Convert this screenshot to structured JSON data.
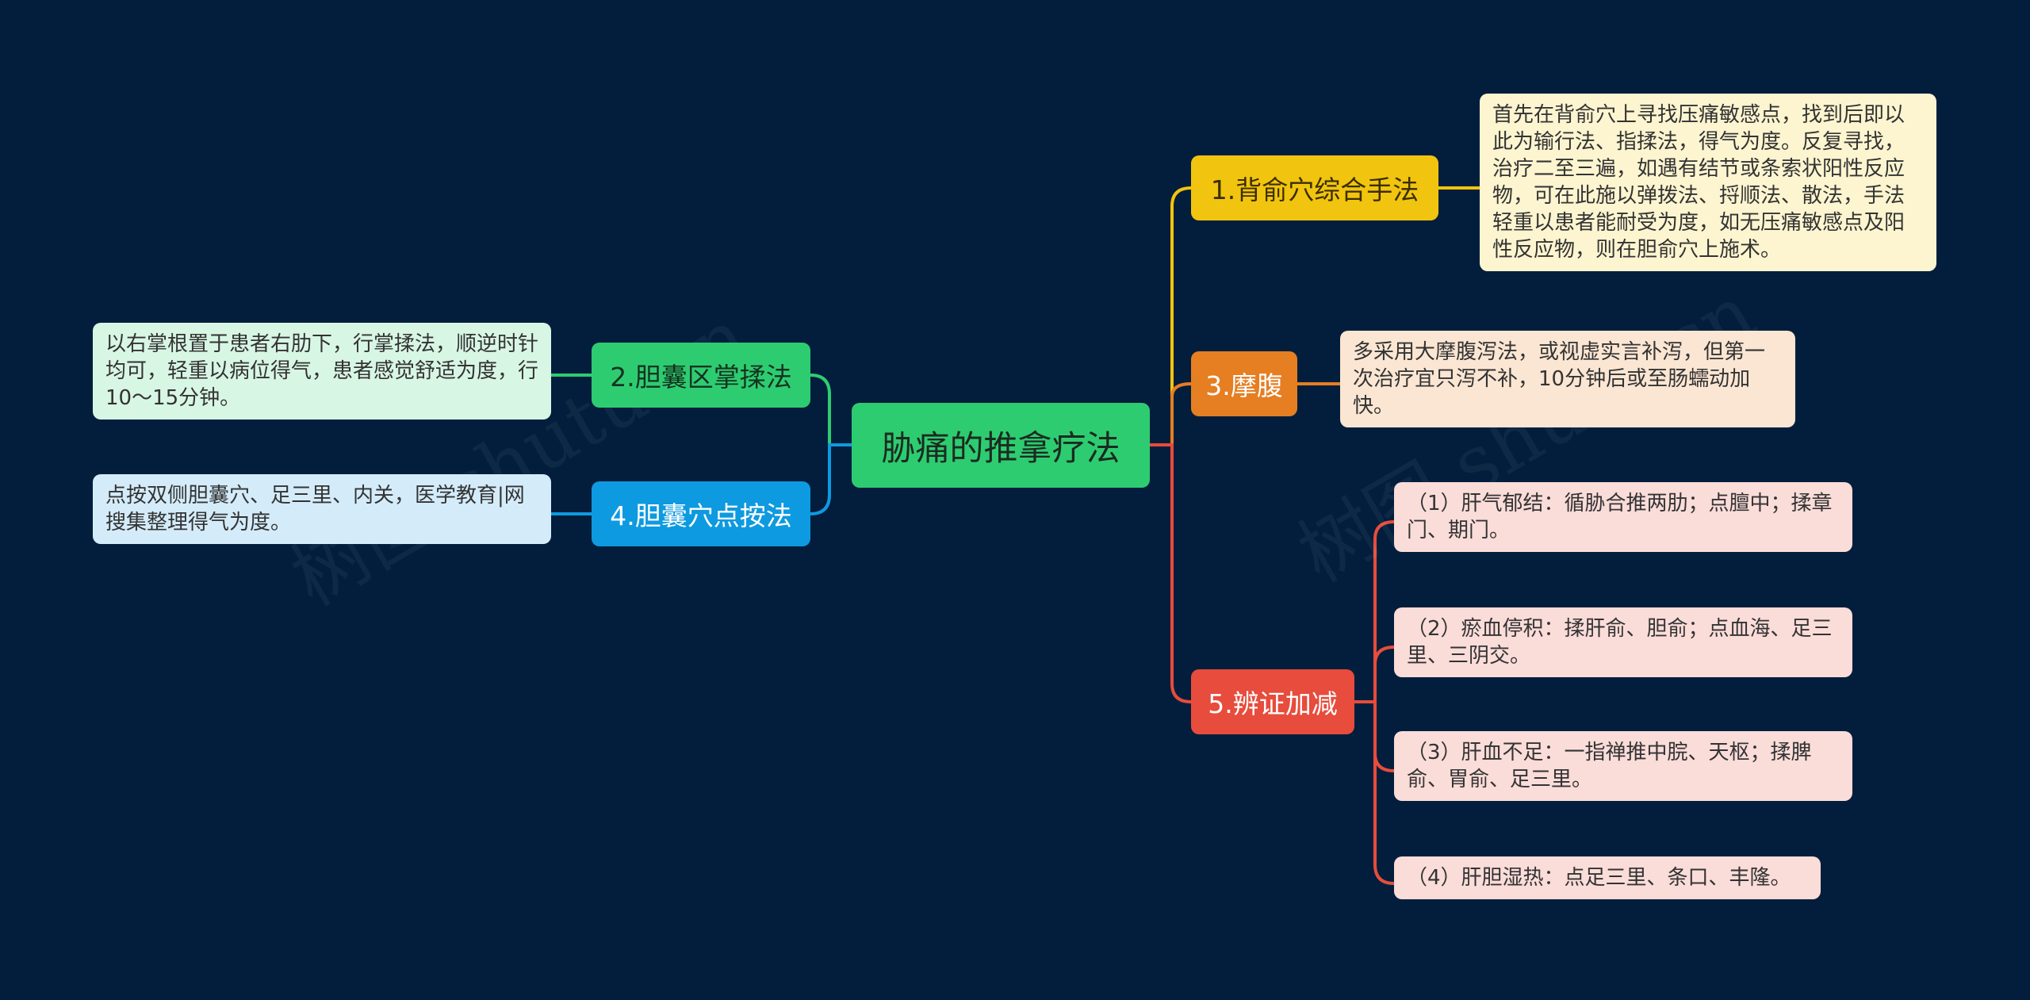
{
  "center": {
    "label": "胁痛的推拿疗法"
  },
  "branches": {
    "b1": {
      "label": "1.背俞穴综合手法",
      "color": "#f1c40f"
    },
    "b2": {
      "label": "2.胆囊区掌揉法",
      "color": "#2ecc71"
    },
    "b3": {
      "label": "3.摩腹",
      "color": "#e67e22"
    },
    "b4": {
      "label": "4.胆囊穴点按法",
      "color": "#0e9ae0"
    },
    "b5": {
      "label": "5.辨证加减",
      "color": "#e74c3c"
    }
  },
  "leaves": {
    "l1": "首先在背俞穴上寻找压痛敏感点，找到后即以此为输行法、指揉法，得气为度。反复寻找，治疗二至三遍，如遇有结节或条索状阳性反应物，可在此施以弹拨法、捋顺法、散法，手法轻重以患者能耐受为度，如无压痛敏感点及阳性反应物，则在胆俞穴上施术。",
    "l2": "以右掌根置于患者右肋下，行掌揉法，顺逆时针均可，轻重以病位得气，患者感觉舒适为度，行10～15分钟。",
    "l3": "多采用大摩腹泻法，或视虚实言补泻，但第一次治疗宜只泻不补，10分钟后或至肠蠕动加快。",
    "l4": "点按双侧胆囊穴、足三里、内关，医学教育|网搜集整理得气为度。",
    "l5a": "（1）肝气郁结：循胁合推两肋；点膻中；揉章门、期门。",
    "l5b": "（2）瘀血停积：揉肝俞、胆俞；点血海、足三里、三阴交。",
    "l5c": "（3）肝血不足：一指禅推中脘、天枢；揉脾俞、胃俞、足三里。",
    "l5d": "（4）肝胆湿热：点足三里、条口、丰隆。"
  },
  "watermark": "树图 shutu.cn"
}
